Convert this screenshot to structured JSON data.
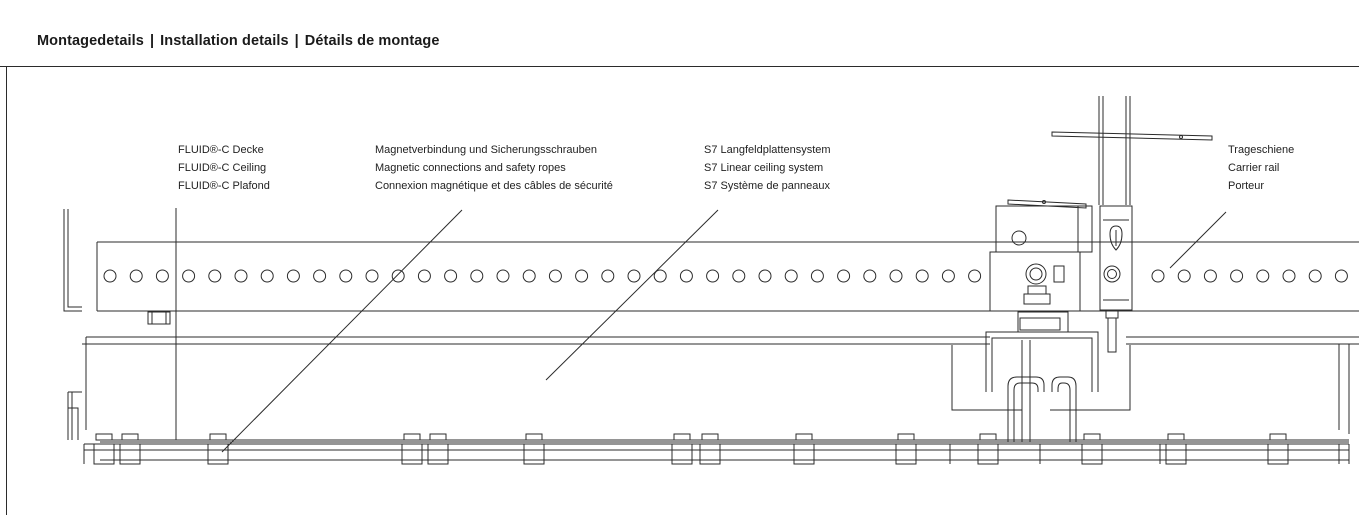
{
  "header": {
    "title_de": "Montagedetails",
    "title_en": "Installation details",
    "title_fr": "Détails de montage",
    "separator": "|"
  },
  "labels": {
    "fluid": [
      "FLUID®-C Decke",
      "FLUID®-C Ceiling",
      "FLUID®-C Plafond"
    ],
    "magnet": [
      "Magnetverbindung und Sicherungsschrauben",
      "Magnetic connections and safety ropes",
      "Connexion magnétique et des câbles de sécurité"
    ],
    "s7": [
      "S7 Langfeldplattensystem",
      "S7 Linear ceiling system",
      "S7 Système de panneaux"
    ],
    "rail": [
      "Trageschiene",
      "Carrier rail",
      "Porteur"
    ]
  },
  "colors": {
    "line": "#2b2b2b",
    "background": "#ffffff"
  }
}
